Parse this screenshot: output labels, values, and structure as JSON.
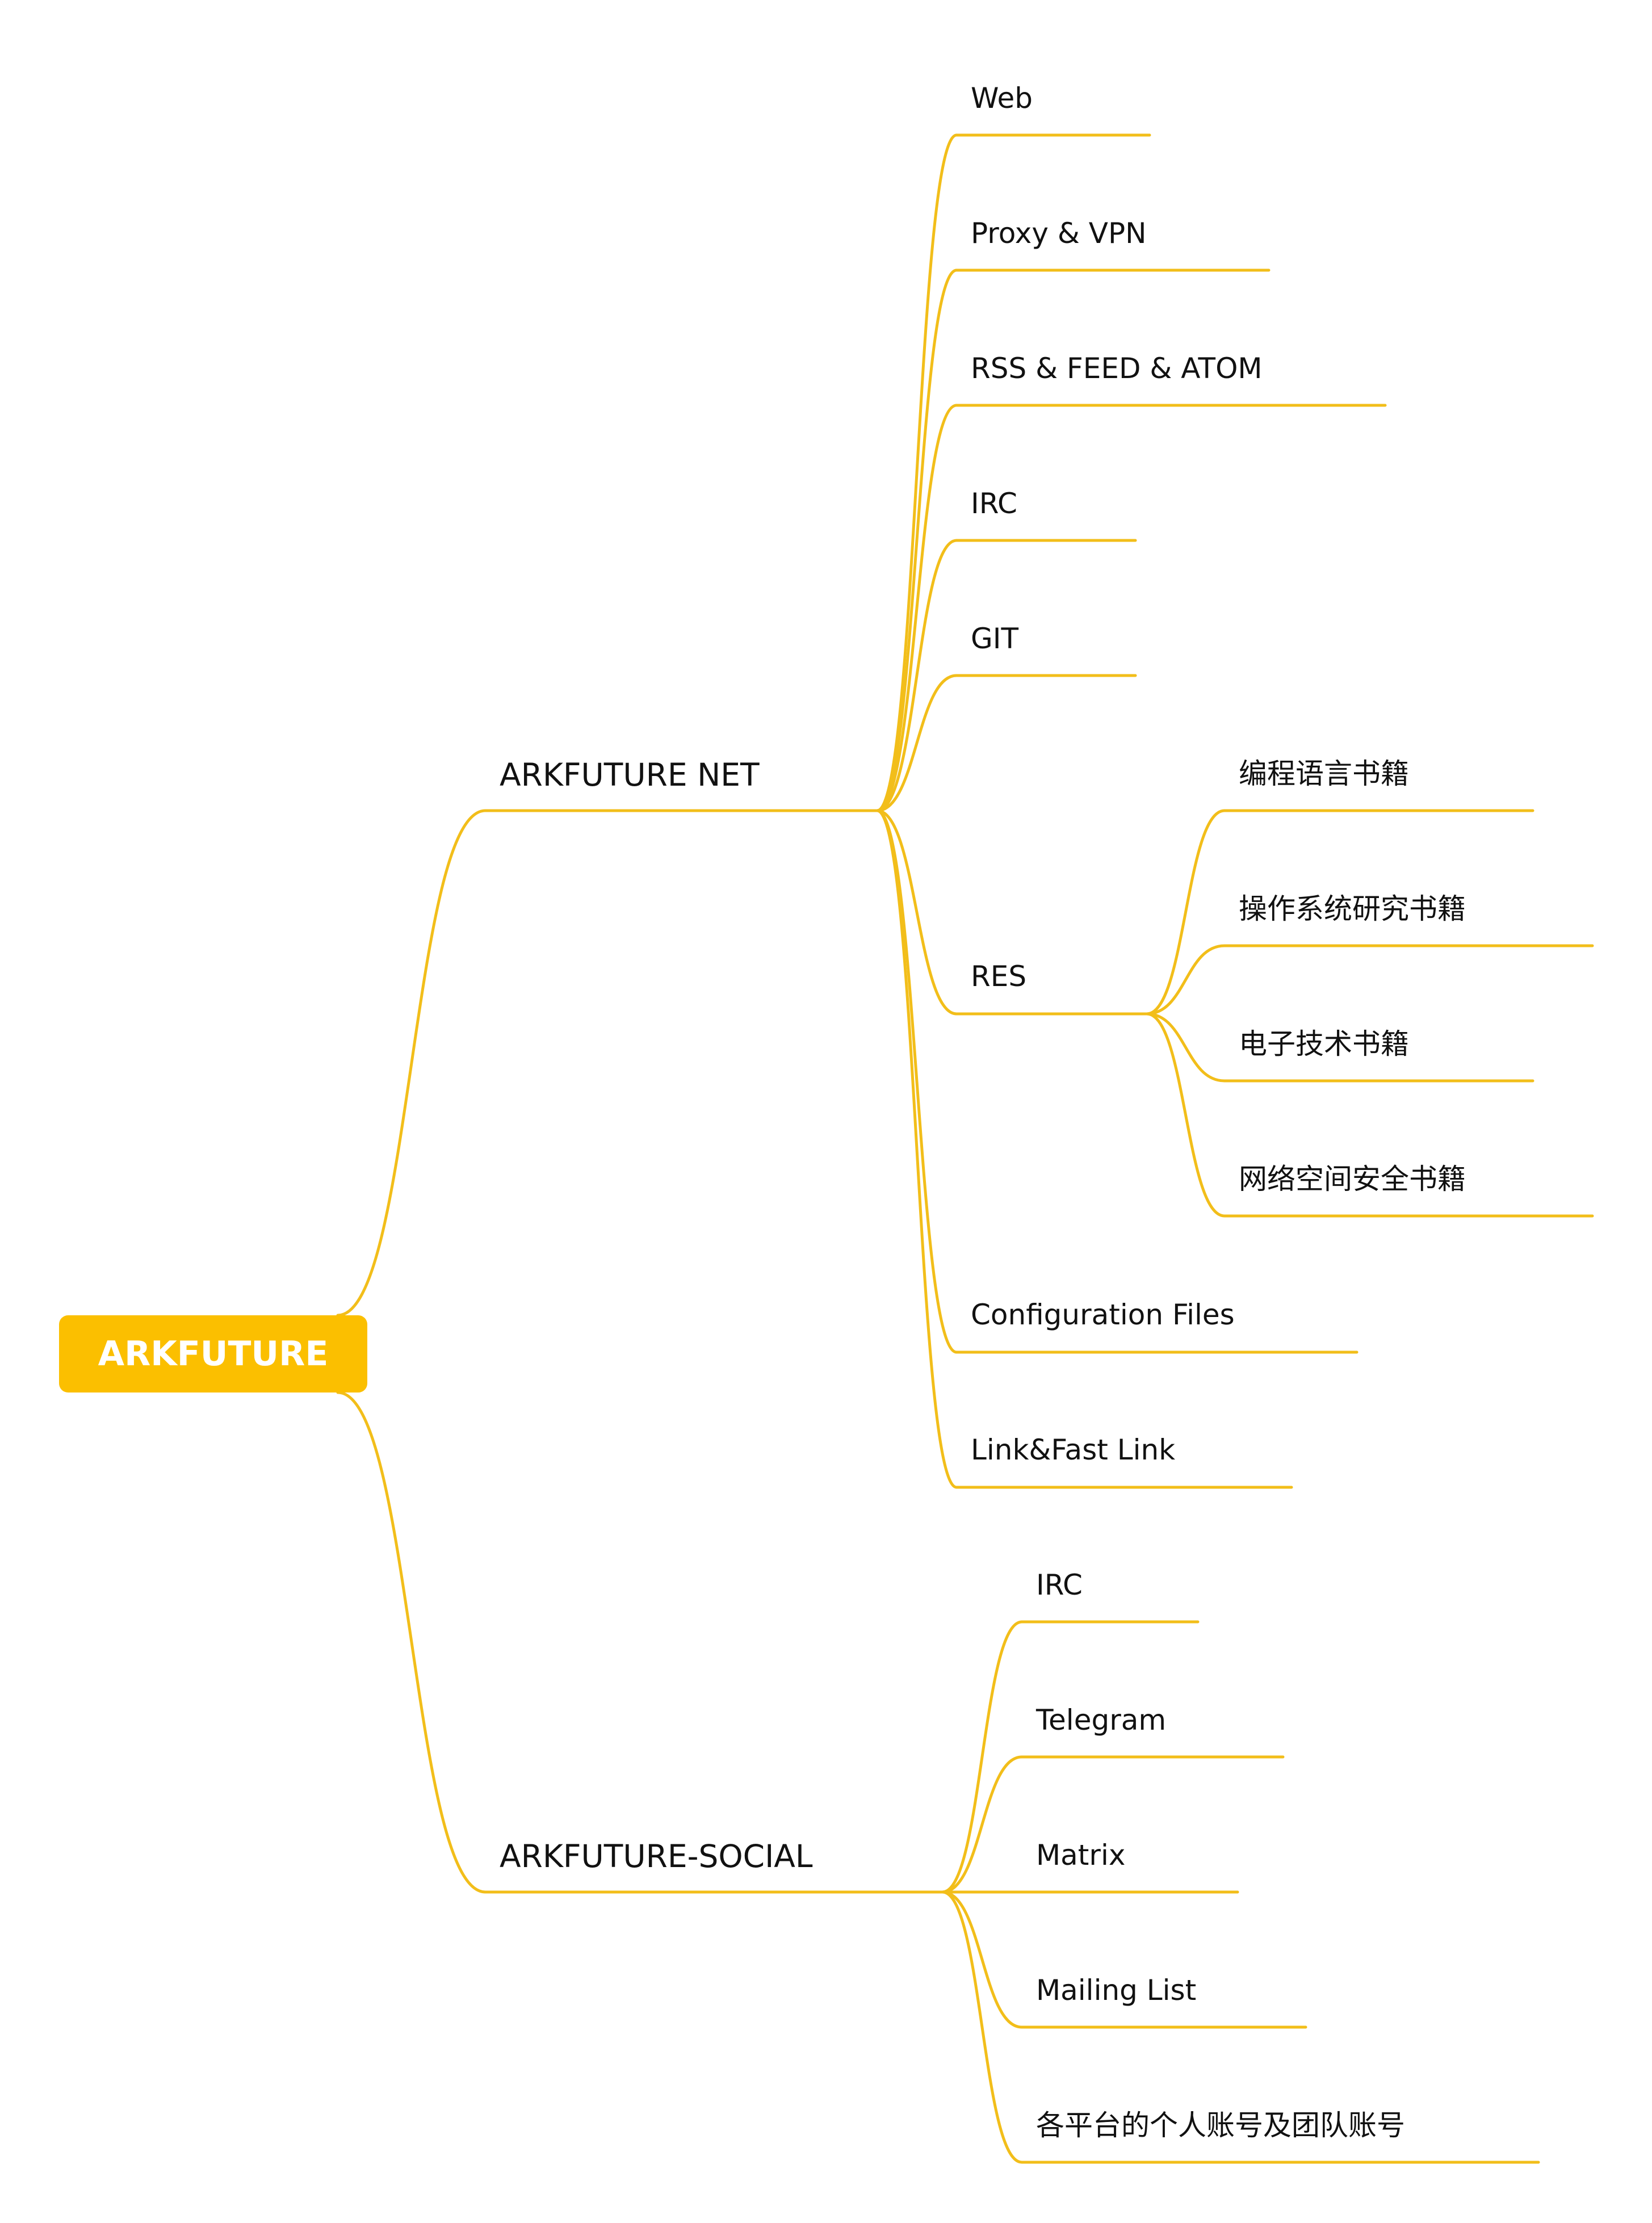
{
  "mindmap": {
    "line_color": "#F2BE1A",
    "root": {
      "label": "ARKFUTURE",
      "color": "#FBBF00"
    },
    "branches": [
      {
        "label": "ARKFUTURE NET",
        "children": [
          {
            "label": "Web"
          },
          {
            "label": "Proxy & VPN"
          },
          {
            "label": "RSS & FEED & ATOM"
          },
          {
            "label": "IRC"
          },
          {
            "label": "GIT"
          },
          {
            "label": "RES",
            "children": [
              {
                "label": "编程语言书籍"
              },
              {
                "label": "操作系统研究书籍"
              },
              {
                "label": "电子技术书籍"
              },
              {
                "label": "网络空间安全书籍"
              }
            ]
          },
          {
            "label": "Configuration Files"
          },
          {
            "label": "Link&Fast Link"
          }
        ]
      },
      {
        "label": "ARKFUTURE-SOCIAL",
        "children": [
          {
            "label": "IRC"
          },
          {
            "label": "Telegram"
          },
          {
            "label": "Matrix"
          },
          {
            "label": "Mailing List"
          },
          {
            "label": "各平台的个人账号及团队账号"
          }
        ]
      }
    ]
  }
}
